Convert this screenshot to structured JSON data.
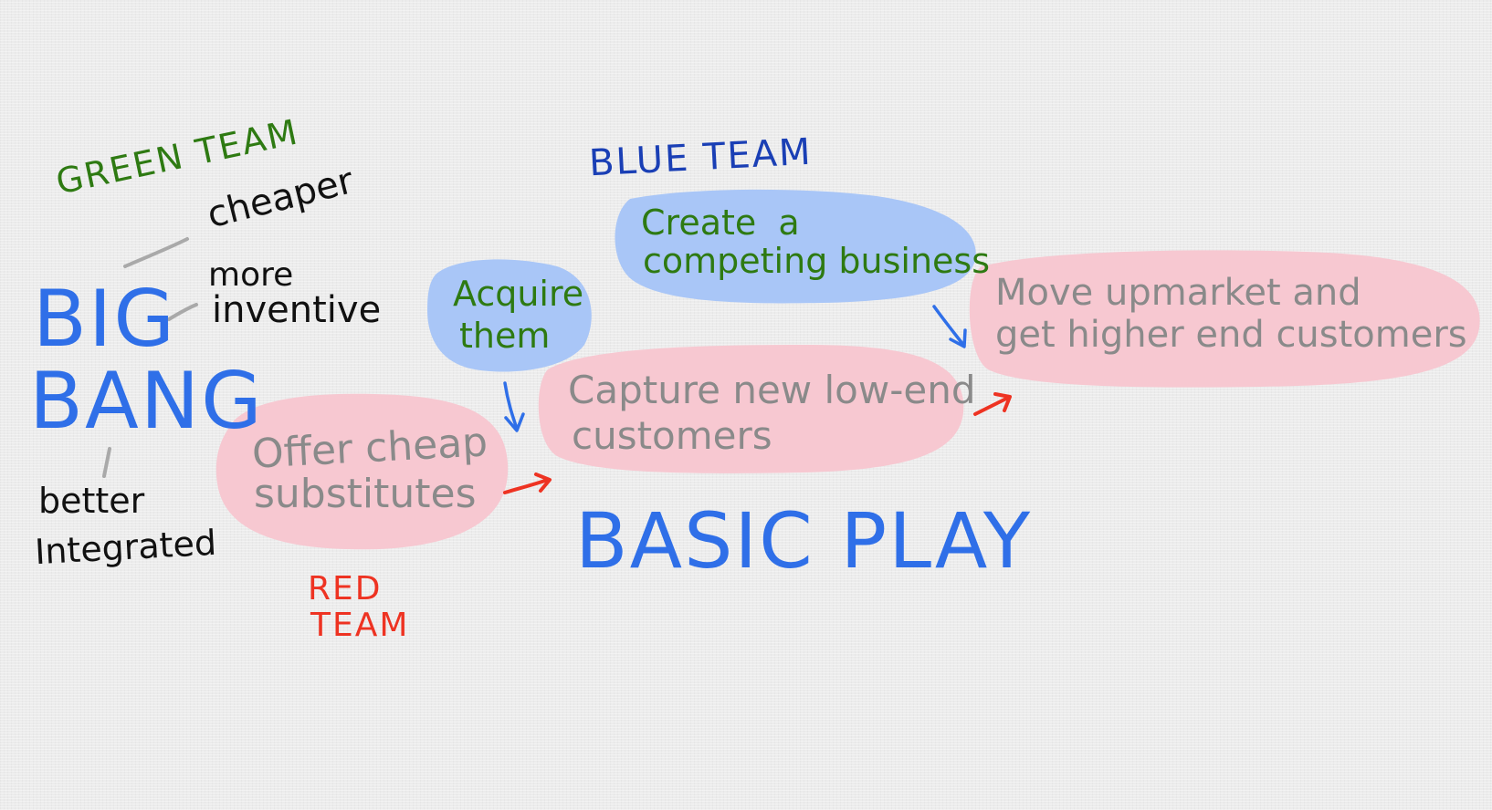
{
  "colors": {
    "pink_bubble": "#f7c8d1",
    "blue_bubble": "#a9c6f7",
    "green_label": "#2e7a12",
    "blue_label": "#1a3fb5",
    "red_label": "#ee3322",
    "bubble_text": "#8a8a8a",
    "title_blue": "#2f6fe8",
    "connector_gray": "#a9a9a9",
    "arrow_blue": "#2f6fe8",
    "arrow_red": "#ee3322",
    "ink_black": "#111111"
  },
  "labels": {
    "green_team": "GREEN TEAM",
    "blue_team": "BLUE TEAM",
    "red_team_line1": "RED",
    "red_team_line2": "TEAM"
  },
  "big_bang": {
    "line1": "BIG",
    "line2": "BANG",
    "attributes": {
      "cheaper": "cheaper",
      "more": "more",
      "inventive": "inventive",
      "better": "better",
      "integrated": "Integrated"
    }
  },
  "bubbles": {
    "offer": {
      "line1": "Offer cheap",
      "line2": "substitutes"
    },
    "acquire": {
      "line1": "Acquire",
      "line2": "them"
    },
    "create": {
      "line1": "Create  a",
      "line2": "competing business"
    },
    "capture": {
      "line1": "Capture new low-end",
      "line2": "customers"
    },
    "upmarket": {
      "line1": "Move upmarket and",
      "line2": "get higher end customers"
    }
  },
  "basic_play": "BASIC PLAY"
}
